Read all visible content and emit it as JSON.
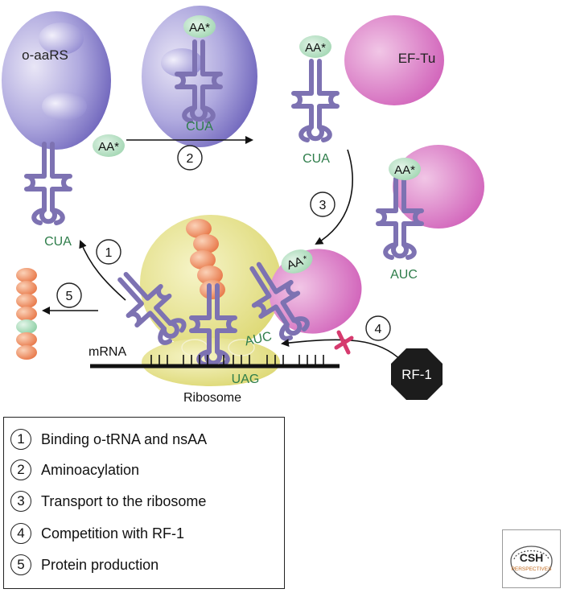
{
  "labels": {
    "oaars": "o-aaRS",
    "eftu": "EF-Tu",
    "aa": "AA*",
    "aa_main": "AA",
    "aa_star": "*",
    "cua": "CUA",
    "auc": "AUC",
    "uag": "UAG",
    "mrna": "mRNA",
    "ribosome": "Ribosome",
    "rf1": "RF-1"
  },
  "steps": [
    {
      "num": "1",
      "label": "Binding o-tRNA and nsAA"
    },
    {
      "num": "2",
      "label": "Aminoacylation"
    },
    {
      "num": "3",
      "label": "Transport to the ribosome"
    },
    {
      "num": "4",
      "label": "Competition with RF-1"
    },
    {
      "num": "5",
      "label": "Protein production"
    }
  ],
  "logo": {
    "top": "CSH",
    "bottom": "PERSPECTIVES"
  },
  "colors": {
    "trna": "#7d72b2",
    "anticodon_text": "#2e7d4a",
    "aa_fill": "#b9e2c6",
    "enzyme": "#8f87d0",
    "eftu": "#d878c6",
    "ribosome": "#e8e48a",
    "bead": "#ee9a6a",
    "inhibition": "#d63a6e",
    "rf1": "#1c1c1c"
  }
}
